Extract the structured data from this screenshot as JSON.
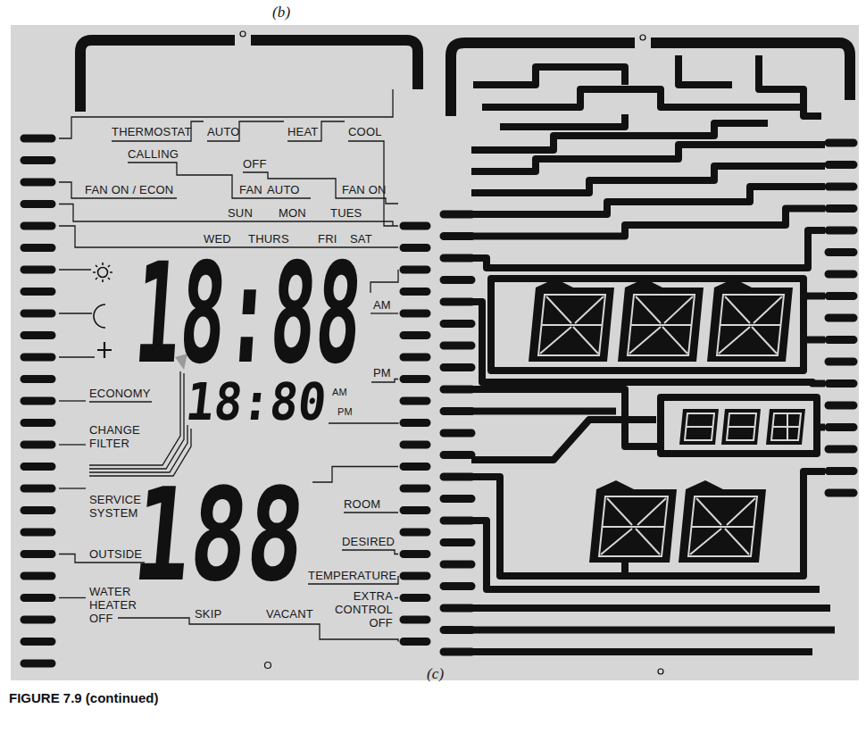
{
  "diagram": {
    "caption": "FIGURE 7.9 (continued)",
    "labels": [
      "(b)",
      "THERMOSTAT",
      "AUTO",
      "HEAT",
      "COOL",
      "CALLING",
      "OFF",
      "FAN ON / ECON",
      "FAN",
      "AUTO",
      "FAN ON",
      "SUN",
      "MON",
      "TUES",
      "WED",
      "THURS",
      "FRI",
      "SAT",
      "18:88",
      "AM",
      "PM",
      "ECONOMY",
      "18:80",
      "AM",
      "PM",
      "CHANGE FILTER",
      "SERVICE SYSTEM",
      "188",
      "ROOM",
      "DESIRED",
      "TEMPERATURE",
      "OUTSIDE",
      "WATER HEATER OFF",
      "SKIP",
      "VACANT",
      "EXTRA CONTROL OFF",
      "(c)"
    ]
  }
}
